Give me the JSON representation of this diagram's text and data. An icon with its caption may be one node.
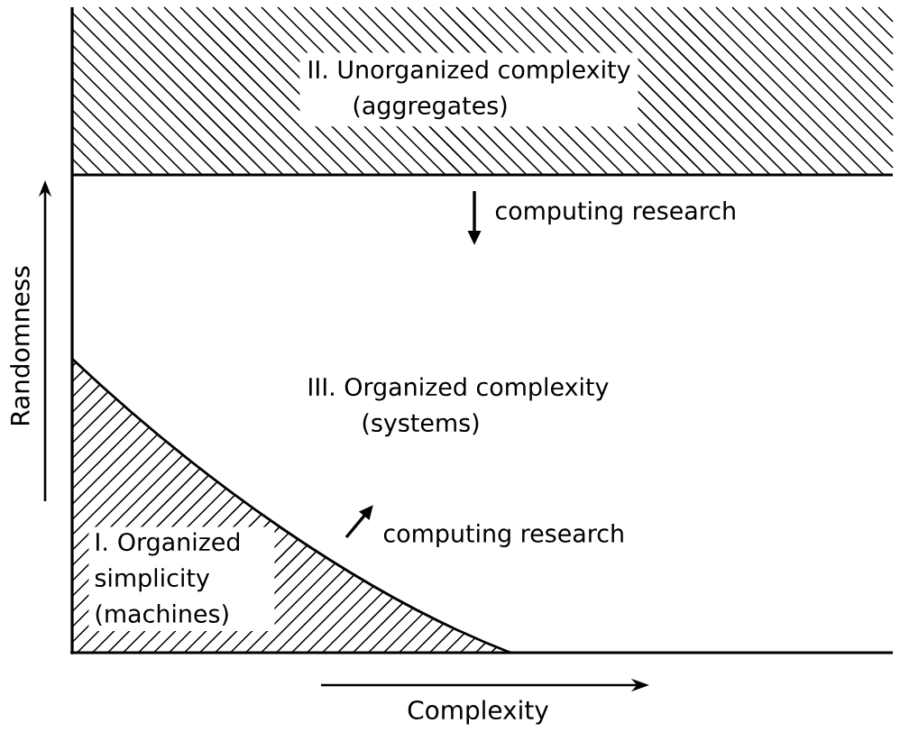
{
  "diagram": {
    "nodes": [
      {
        "text": [
          "II. Unorganized complexity",
          "(aggregates)"
        ]
      },
      {
        "text": [
          "III. Organized complexity",
          "(systems)"
        ]
      },
      {
        "text": [
          "I. Organized simplicity",
          "(machines)"
        ]
      }
    ],
    "labels": [
      "computing research",
      "Randomness",
      "computing research",
      "Complexity"
    ]
  }
}
